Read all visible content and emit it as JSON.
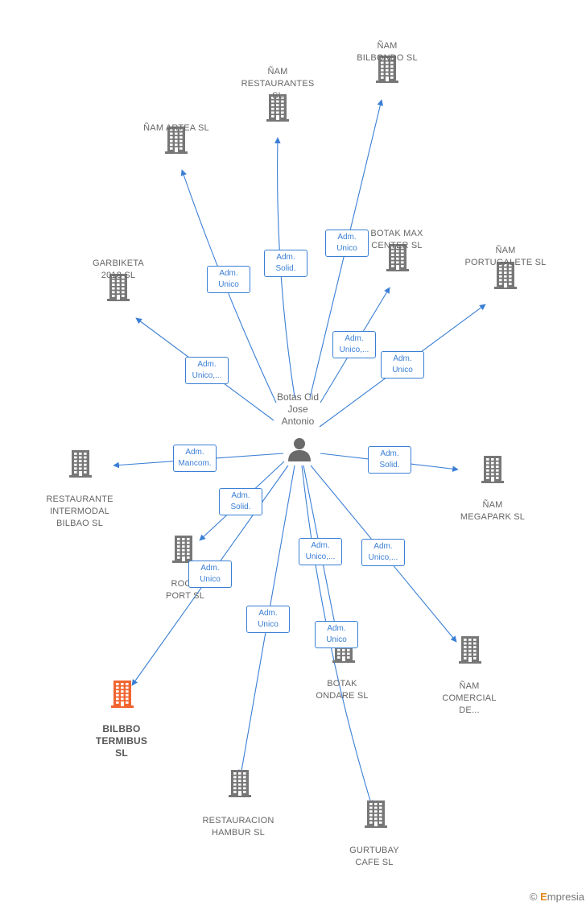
{
  "center": {
    "label": "Botas Cid\nJose\nAntonio"
  },
  "companies": [
    {
      "id": "nam-bilbondo",
      "label": "ÑAM\nBILBONDO  SL"
    },
    {
      "id": "nam-restaurantes",
      "label": "ÑAM\nRESTAURANTES\nSL"
    },
    {
      "id": "nam-artea",
      "label": "ÑAM ARTEA  SL"
    },
    {
      "id": "botak-max",
      "label": "BOTAK MAX\nCENTER  SL"
    },
    {
      "id": "nam-portugalete",
      "label": "ÑAM\nPORTUGALETE SL"
    },
    {
      "id": "garbiketa",
      "label": "GARBIKETA\n2018  SL"
    },
    {
      "id": "restaurante-intermodal",
      "label": "RESTAURANTE\nINTERMODAL\nBILBAO  SL"
    },
    {
      "id": "nam-megapark",
      "label": "ÑAM\nMEGAPARK  SL"
    },
    {
      "id": "room-port",
      "label": "ROOM\nPORT  SL"
    },
    {
      "id": "bilbbo-termibus",
      "label": "BILBBO\nTERMIBUS\nSL",
      "focus": true
    },
    {
      "id": "botak-ondare",
      "label": "BOTAK\nONDARE  SL"
    },
    {
      "id": "nam-comercial",
      "label": "ÑAM\nCOMERCIAL\nDE..."
    },
    {
      "id": "restauracion-hambur",
      "label": "RESTAURACION\nHAMBUR SL"
    },
    {
      "id": "gurtubay-cafe",
      "label": "GURTUBAY\nCAFE  SL"
    }
  ],
  "edges": [
    {
      "to": "nam-bilbondo",
      "label": "Adm.\nUnico"
    },
    {
      "to": "nam-restaurantes",
      "label": "Adm.\nSolid."
    },
    {
      "to": "nam-artea",
      "label": "Adm.\nUnico"
    },
    {
      "to": "botak-max",
      "label": "Adm.\nUnico,..."
    },
    {
      "to": "nam-portugalete",
      "label": "Adm.\nUnico"
    },
    {
      "to": "garbiketa",
      "label": "Adm.\nUnico,..."
    },
    {
      "to": "restaurante-intermodal",
      "label": "Adm.\nMancom."
    },
    {
      "to": "nam-megapark",
      "label": "Adm.\nSolid."
    },
    {
      "to": "room-port",
      "label": "Adm.\nSolid."
    },
    {
      "to": "bilbbo-termibus",
      "label": "Adm.\nUnico"
    },
    {
      "to": "botak-ondare",
      "label": "Adm.\nUnico,..."
    },
    {
      "to": "nam-comercial",
      "label": "Adm.\nUnico,..."
    },
    {
      "to": "restauracion-hambur",
      "label": "Adm.\nUnico"
    },
    {
      "to": "gurtubay-cafe",
      "label": "Adm.\nUnico"
    }
  ],
  "colors": {
    "edge": "#3a7fd5",
    "building": "#777777",
    "focus_building": "#f26530",
    "person": "#666666"
  },
  "brand": {
    "symbol": "©",
    "initial": "E",
    "rest": "mpresia"
  }
}
